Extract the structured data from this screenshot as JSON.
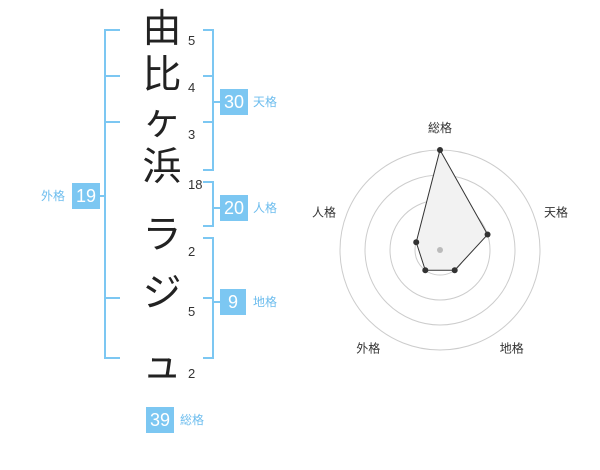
{
  "name_chars": [
    {
      "char": "由",
      "strokes": "5"
    },
    {
      "char": "比",
      "strokes": "4"
    },
    {
      "char": "ヶ",
      "strokes": "3"
    },
    {
      "char": "浜",
      "strokes": "18"
    },
    {
      "char": "ラ",
      "strokes": "2"
    },
    {
      "char": "ジ",
      "strokes": "5"
    },
    {
      "char": "ュ",
      "strokes": "2"
    }
  ],
  "fortunes": {
    "tenkaku": {
      "value": "30",
      "label": "天格"
    },
    "jinkaku": {
      "value": "20",
      "label": "人格"
    },
    "chikaku": {
      "value": "9",
      "label": "地格"
    },
    "gaikaku": {
      "value": "19",
      "label": "外格"
    },
    "soukaku": {
      "value": "39",
      "label": "総格"
    }
  },
  "radar": {
    "axes": [
      "総格",
      "天格",
      "地格",
      "外格",
      "人格"
    ],
    "values": [
      4,
      2,
      1,
      1,
      1
    ],
    "max": 4,
    "line_color": "#333333",
    "fill_color": "#f2f2f2",
    "ring_color": "#cccccc",
    "bracket_color": "#7cc7f2"
  }
}
